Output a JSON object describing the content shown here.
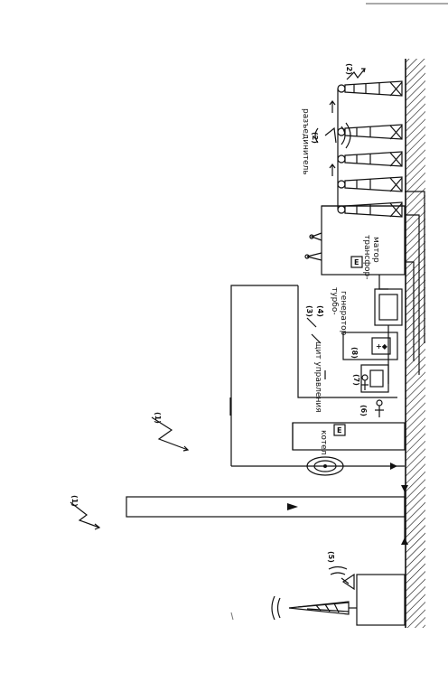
{
  "labels": {
    "disconnector": "разъединитель",
    "transformer_line1": "трансфор-",
    "transformer_line2": "матор",
    "turbo_line1": "турбо-",
    "turbo_line2": "генератор",
    "control_panel": "щит управления",
    "boiler": "котел"
  },
  "markers": {
    "m1a": "(1)",
    "m1b": "(1)",
    "m2a": "(2)",
    "m2b": "(2)",
    "m3": "(3)",
    "m4": "(4)",
    "m5": "(5)",
    "m6": "(6)",
    "m7": "(7)",
    "m8": "(8)",
    "e_transformer": "E",
    "e_boiler": "E"
  },
  "colors": {
    "ink": "#111111",
    "paper": "#ffffff"
  }
}
